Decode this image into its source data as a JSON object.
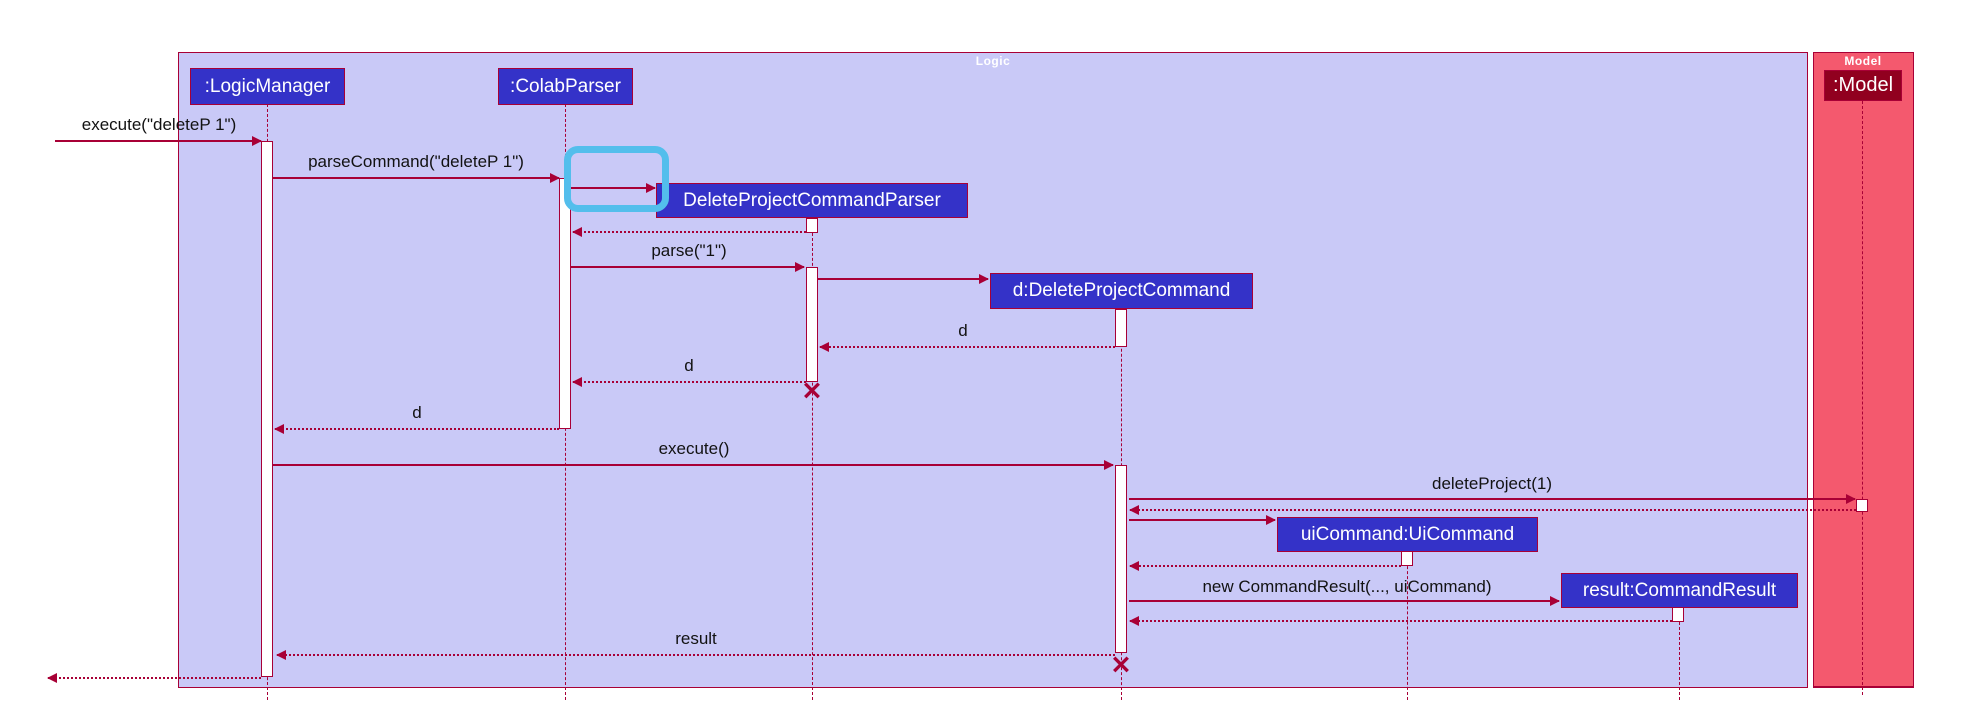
{
  "frames": {
    "logic": "Logic",
    "model": "Model"
  },
  "participants": {
    "logic_manager": ":LogicManager",
    "colab_parser": ":ColabParser",
    "model": ":Model",
    "delete_project_command_parser": "DeleteProjectCommandParser",
    "delete_project_command": "d:DeleteProjectCommand",
    "ui_command": "uiCommand:UiCommand",
    "command_result": "result:CommandResult"
  },
  "messages": {
    "execute_cmd": "execute(\"deleteP 1\")",
    "parse_command": "parseCommand(\"deleteP 1\")",
    "parse": "parse(\"1\")",
    "return_d_to_parser": "d",
    "return_d_to_colab": "d",
    "return_d_to_logic": "d",
    "execute": "execute()",
    "delete_project": "deleteProject(1)",
    "new_command_result": "new CommandResult(..., uiCommand)",
    "return_result": "result"
  },
  "icons": {
    "destroy": "✕"
  },
  "colors": {
    "logic_frame_fill": "#C9C9F7",
    "model_frame_fill": "#F4596E",
    "participant_fill": "#3432C8",
    "model_participant_fill": "#91001F",
    "line": "#A80036",
    "highlight": "#53BEEC",
    "activation_fill": "#FFFFFF",
    "participant_text": "#FFFFFF",
    "message_text": "#121212"
  }
}
